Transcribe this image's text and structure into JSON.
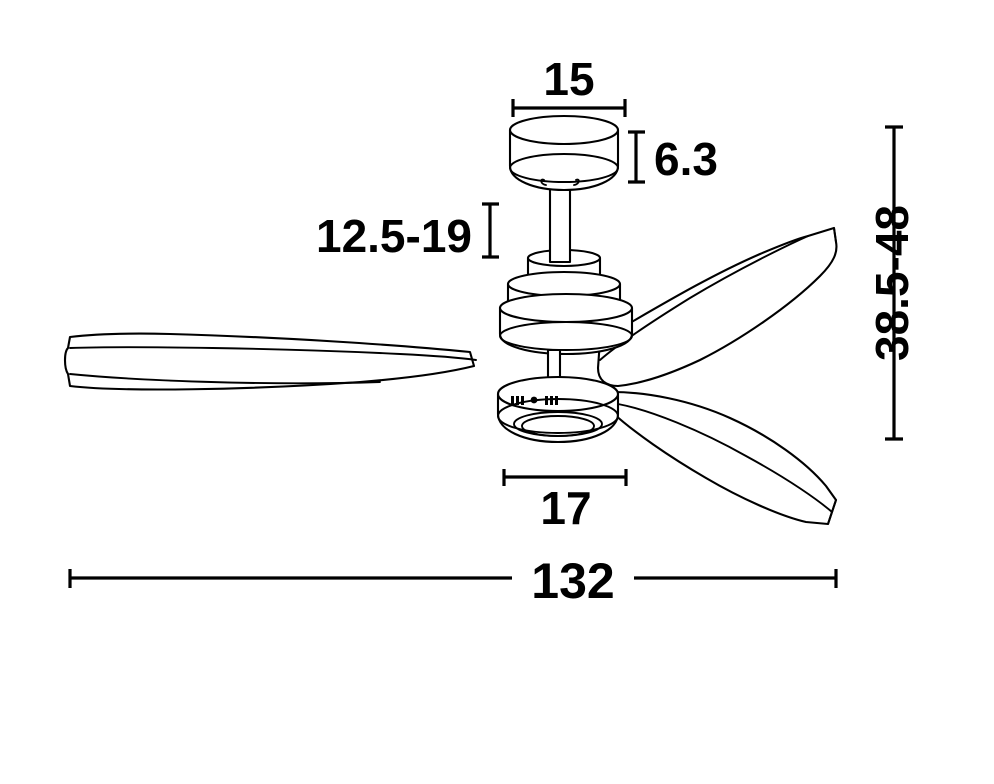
{
  "drawing": {
    "title": "Ceiling fan technical dimension drawing",
    "units_note": "",
    "background_color": "#ffffff",
    "line_color": "#000000"
  },
  "dimensions": {
    "canopy_width": {
      "label": "15",
      "name": "canopy-width-dimension",
      "orientation": "horizontal",
      "position": "top-center"
    },
    "canopy_height": {
      "label": "6.3",
      "name": "canopy-height-dimension",
      "orientation": "vertical",
      "position": "top-right-of-canopy"
    },
    "downrod_length": {
      "label": "12.5-19",
      "name": "downrod-length-dimension",
      "orientation": "vertical",
      "position": "left-of-downrod"
    },
    "overall_height": {
      "label": "38.5-48",
      "name": "overall-height-dimension",
      "orientation": "vertical-rotated",
      "position": "right-edge"
    },
    "light_kit_width": {
      "label": "17",
      "name": "light-kit-width-dimension",
      "orientation": "horizontal",
      "position": "below-light-kit"
    },
    "blade_span": {
      "label": "132",
      "name": "blade-span-dimension",
      "orientation": "horizontal",
      "position": "bottom"
    }
  },
  "parts": {
    "canopy": "canopy",
    "downrod": "downrod",
    "motor_housing": "motor-housing",
    "light_kit": "light-kit",
    "blade_left": "blade-left",
    "blade_upper_right": "blade-upper-right",
    "blade_lower_right": "blade-lower-right"
  }
}
